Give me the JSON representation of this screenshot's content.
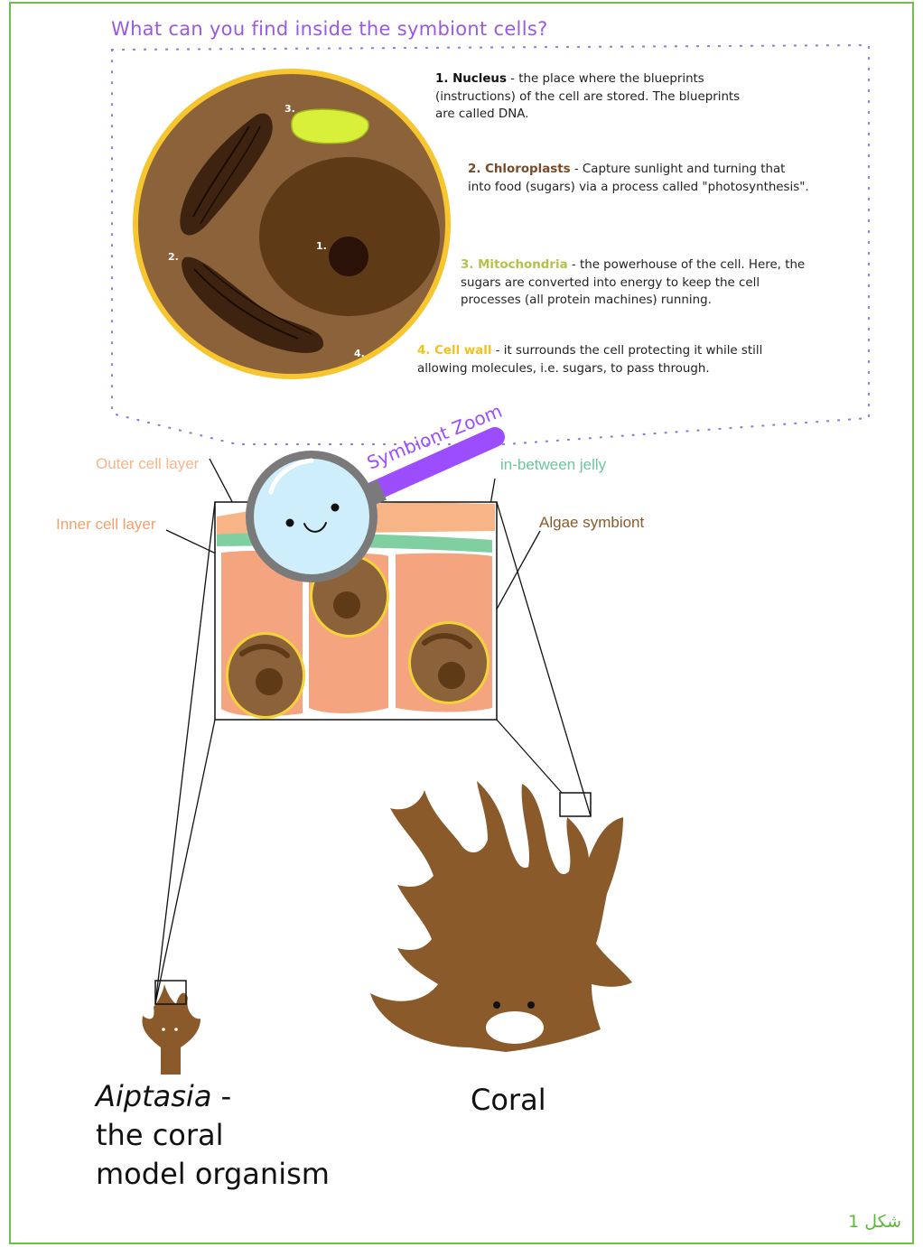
{
  "title": "What can you find inside the symbiont cells?",
  "cell_parts": [
    {
      "number": "1.",
      "name": "1. Nucleus",
      "text": " - the place where the blueprints (instructions) of the cell are stored. The blueprints are called DNA.",
      "color": "#111111"
    },
    {
      "number": "2.",
      "name": "2. Chloroplasts",
      "text": " - Capture sunlight and turning that into food (sugars) via a process called \"photosynthesis\".",
      "color": "#7b4a26"
    },
    {
      "number": "3.",
      "name": "3. Mitochondria",
      "text": " - the powerhouse of the cell. Here, the sugars are converted into energy to keep the cell processes (all protein machines) running.",
      "color": "#b5c24a"
    },
    {
      "number": "4.",
      "name": "4. Cell wall",
      "text": " - it surrounds the cell protecting it while still allowing molecules, i.e. sugars, to pass through.",
      "color": "#f1c21b"
    }
  ],
  "zoom_label": "Symbiont Zoom",
  "tissue_labels": {
    "outer": "Outer cell layer",
    "inner": "Inner cell layer",
    "jelly": "in-between jelly",
    "algae": "Algae symbiont"
  },
  "organisms": {
    "aiptasia_name": "Aiptasia",
    "aiptasia_rest_1": " -",
    "aiptasia_rest_2": "the coral",
    "aiptasia_rest_3": "model organism",
    "coral": "Coral"
  },
  "caption": "شكل 1",
  "colors": {
    "frame": "#6fbf4a",
    "title": "#9b59e0",
    "cell_body": "#8b6239",
    "cell_wall": "#f7c52e",
    "nucleus": "#5e3a17",
    "mitochondria": "#d9f03a",
    "tissue": "#f4a57f",
    "jelly": "#7fcfa0",
    "zoom": "#9b4dff",
    "coral": "#8b5a2b"
  }
}
